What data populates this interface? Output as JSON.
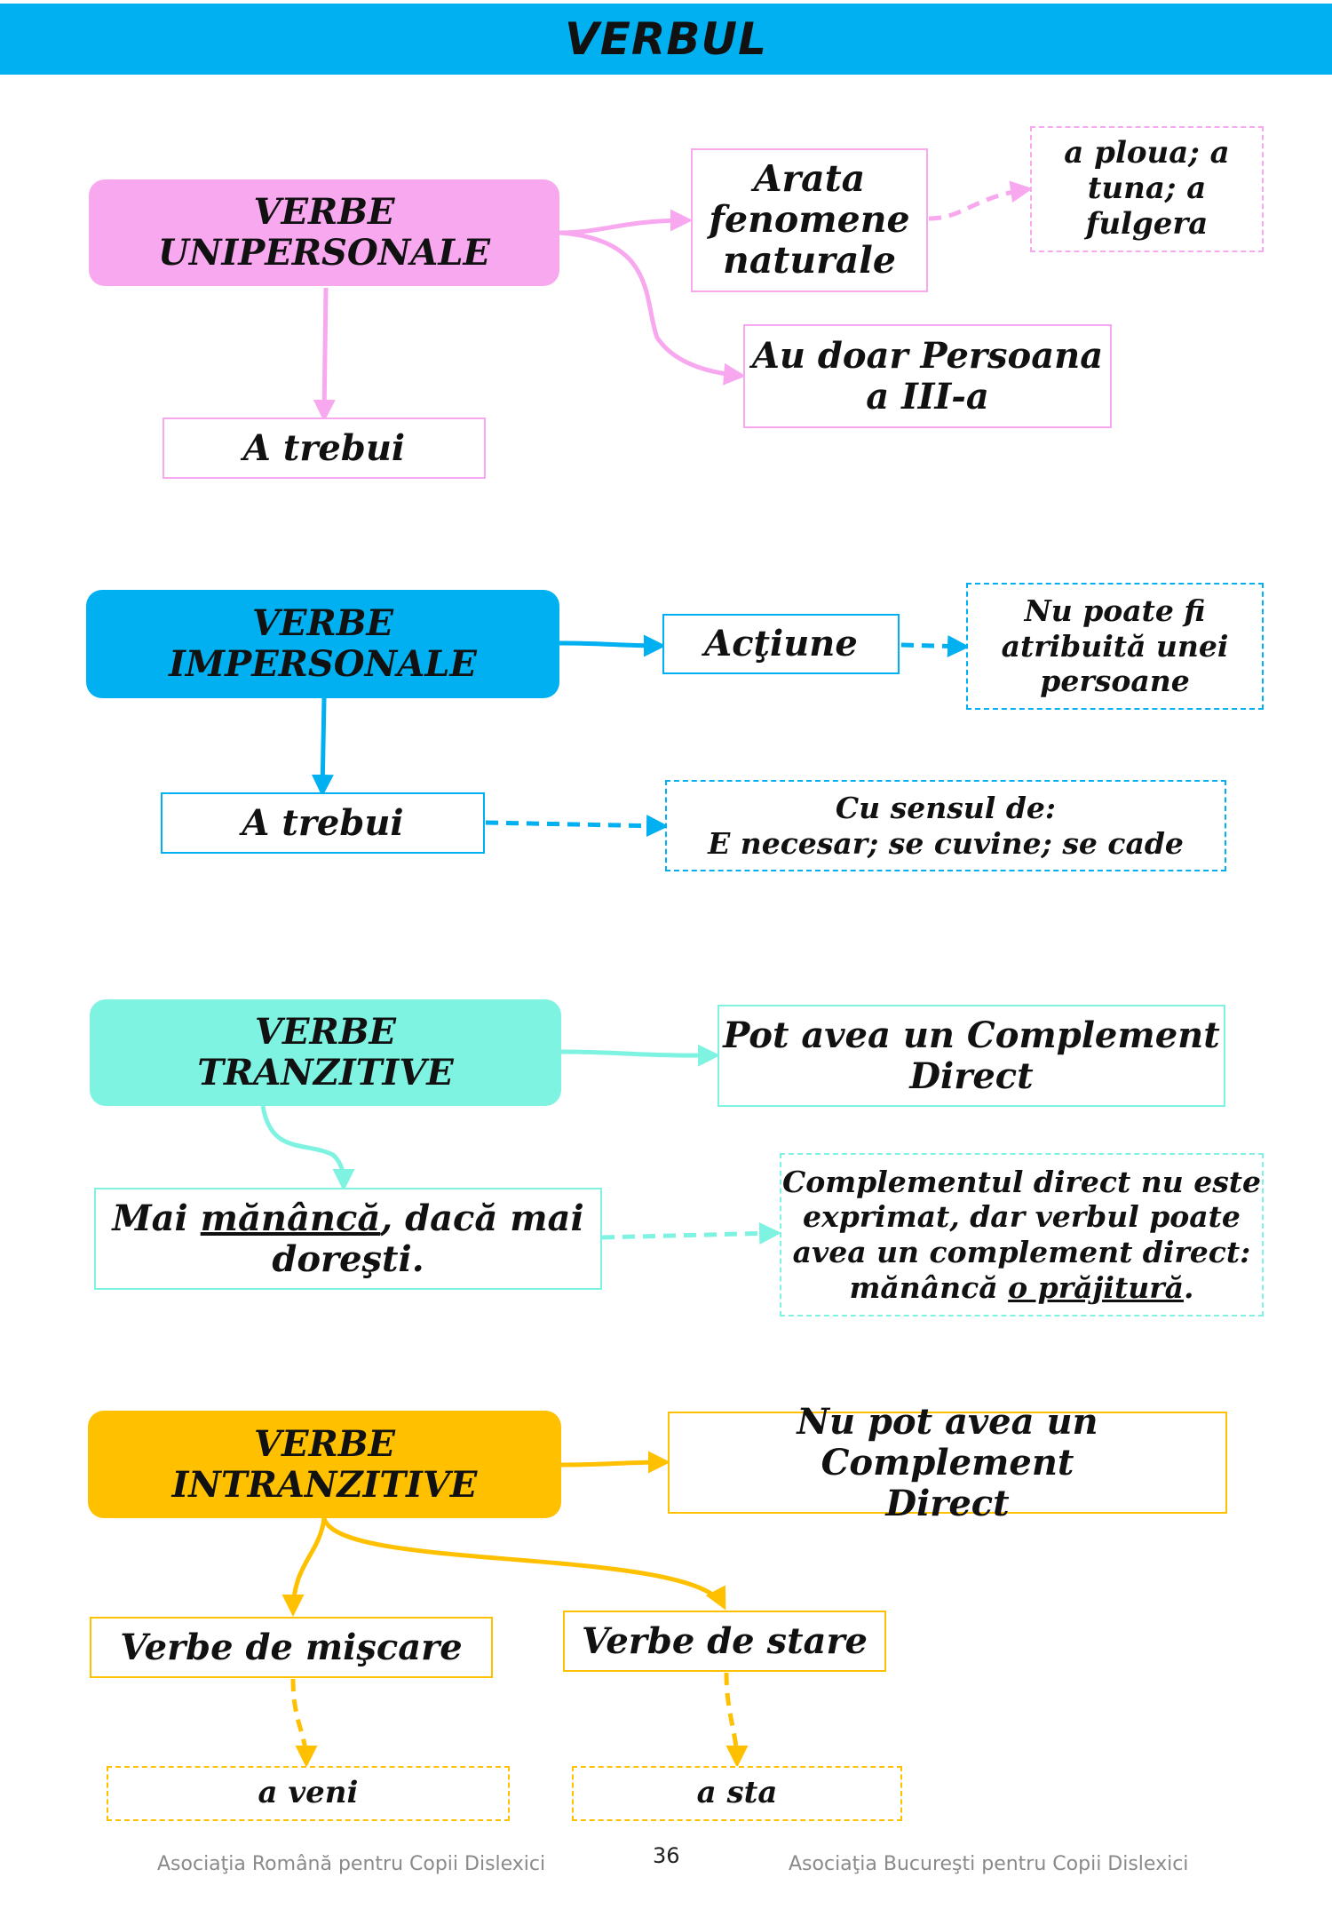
{
  "page": {
    "title": "VERBUL",
    "page_number": "36"
  },
  "sections": {
    "unipersonale": {
      "color": "#F7A8EE",
      "header": [
        "VERBE",
        "UNIPERSONALE"
      ],
      "example": "A trebui",
      "definition": [
        "Arata",
        "fenomene",
        "naturale"
      ],
      "persoana": [
        "Au doar Persoana",
        "a III-a"
      ],
      "examples": [
        "a ploua; a",
        "tuna; a",
        "fulgera"
      ]
    },
    "impersonale": {
      "color": "#00B0F0",
      "header": [
        "VERBE",
        "IMPERSONALE"
      ],
      "action": "Acţiune",
      "note": [
        "Nu poate fi",
        "atribuită unei",
        "persoane"
      ],
      "example": "A trebui",
      "meaning": [
        "Cu sensul de:",
        "E necesar; se cuvine; se cade"
      ]
    },
    "tranzitive": {
      "color": "#7FF3E1",
      "header": [
        "VERBE",
        "TRANZITIVE"
      ],
      "rule": [
        "Pot avea un Complement",
        "Direct"
      ],
      "example": {
        "before": "Mai ",
        "underlined": "mănâncă",
        "after": ", dacă mai",
        "line2": "doreşti."
      },
      "note": {
        "lines": [
          "Complementul direct nu este",
          "exprimat, dar verbul poate",
          "avea un complement direct:"
        ],
        "last_before": "mănâncă ",
        "last_underlined": "o prăjitură",
        "last_after": "."
      }
    },
    "intranzitive": {
      "color": "#FFC000",
      "header": [
        "VERBE",
        "INTRANZITIVE"
      ],
      "rule": [
        "Nu pot avea un Complement",
        "Direct"
      ],
      "motion": "Verbe de mişcare",
      "state": "Verbe de stare",
      "motion_example": "a veni",
      "state_example": "a sta"
    }
  },
  "footer": {
    "left": "Asociaţia Română pentru Copii Dislexici",
    "right": "Asociaţia Bucureşti pentru Copii Dislexici"
  }
}
